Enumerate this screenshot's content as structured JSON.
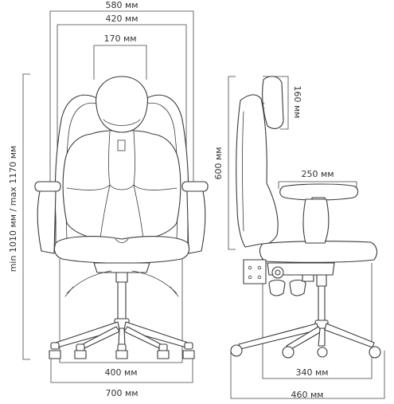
{
  "dimensions": {
    "overall_width": "580 мм",
    "backrest_width": "420 мм",
    "headrest_width": "170 мм",
    "height_range": "min 1010 мм / max 1170 мм",
    "seat_width": "400 мм",
    "base_diameter": "700 мм",
    "headrest_height": "160 мм",
    "backrest_height": "600 мм",
    "armrest_depth": "250 мм",
    "seat_depth": "340 мм",
    "total_depth": "460 мм"
  },
  "colors": {
    "line": "#3a3a3a",
    "text": "#333333",
    "background": "#ffffff"
  }
}
